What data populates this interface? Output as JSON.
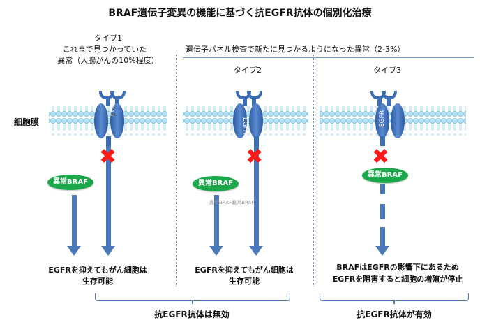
{
  "title": "BRAF遺伝子変異の機能に基づく抗EGFR抗体の個別化治療",
  "membrane_label": "細胞膜",
  "panel_header": "遺伝子パネル検査で新たに見つかるようになった異常（2-3%）",
  "types": [
    {
      "label": "タイプ1",
      "desc_line1": "これまで見つかっていた",
      "desc_line2": "異常（大腸がんの10%程度）",
      "receptor_label": "EGFR",
      "braf_label": "異常BRAF",
      "result_line1": "EGFRを抑えてもがん細胞は",
      "result_line2": "生存可能"
    },
    {
      "label": "タイプ2",
      "receptor_label": "EGFR",
      "braf_label": "異常BRAF",
      "braf_sublabel": "異常BRAF異常BRAF",
      "result_line1": "EGFRを抑えてもがん細胞は",
      "result_line2": "生存可能"
    },
    {
      "label": "タイプ3",
      "receptor_label": "EGFR",
      "braf_label": "異常BRAF",
      "result_line1": "BRAFはEGFRの影響下にあるため",
      "result_line2": "EGFRを阻害すると細胞の増殖が停止"
    }
  ],
  "conclusion_left": "抗EGFR抗体は無効",
  "conclusion_right": "抗EGFR抗体が有効",
  "colors": {
    "arrow": "#4a78b8",
    "braf": "#1aa84a",
    "x_mark": "#ff1a1a",
    "receptor": "#3b6db5",
    "membrane": "#8ccbe8"
  }
}
